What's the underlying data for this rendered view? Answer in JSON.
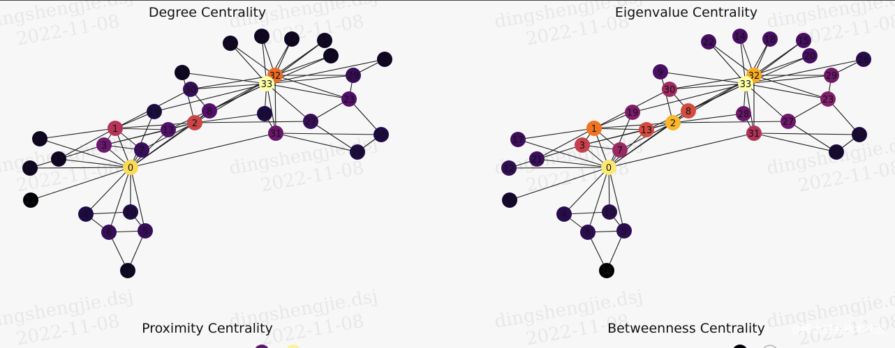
{
  "panels": [
    {
      "title": "Degree Centrality"
    },
    {
      "title": "Eigenvalue Centrality"
    },
    {
      "title": "Proximity Centrality"
    },
    {
      "title": "Betweenness Centrality"
    }
  ],
  "watermark_lines": [
    "dingshengjie.dsj",
    "2022-11-08"
  ],
  "corner_watermark": "@稀土掘金技术社区",
  "graph": {
    "edges": [
      [
        0,
        1
      ],
      [
        0,
        2
      ],
      [
        0,
        3
      ],
      [
        0,
        4
      ],
      [
        0,
        5
      ],
      [
        0,
        6
      ],
      [
        0,
        7
      ],
      [
        0,
        8
      ],
      [
        0,
        10
      ],
      [
        0,
        11
      ],
      [
        0,
        12
      ],
      [
        0,
        13
      ],
      [
        0,
        17
      ],
      [
        0,
        19
      ],
      [
        0,
        21
      ],
      [
        0,
        31
      ],
      [
        1,
        2
      ],
      [
        1,
        3
      ],
      [
        1,
        7
      ],
      [
        1,
        13
      ],
      [
        1,
        17
      ],
      [
        1,
        19
      ],
      [
        1,
        21
      ],
      [
        1,
        30
      ],
      [
        2,
        3
      ],
      [
        2,
        7
      ],
      [
        2,
        8
      ],
      [
        2,
        9
      ],
      [
        2,
        13
      ],
      [
        2,
        27
      ],
      [
        2,
        28
      ],
      [
        2,
        32
      ],
      [
        3,
        7
      ],
      [
        3,
        12
      ],
      [
        3,
        13
      ],
      [
        4,
        6
      ],
      [
        4,
        10
      ],
      [
        5,
        6
      ],
      [
        5,
        10
      ],
      [
        5,
        16
      ],
      [
        6,
        16
      ],
      [
        8,
        30
      ],
      [
        8,
        32
      ],
      [
        8,
        33
      ],
      [
        9,
        33
      ],
      [
        13,
        33
      ],
      [
        14,
        32
      ],
      [
        14,
        33
      ],
      [
        15,
        32
      ],
      [
        15,
        33
      ],
      [
        18,
        32
      ],
      [
        18,
        33
      ],
      [
        19,
        33
      ],
      [
        20,
        32
      ],
      [
        20,
        33
      ],
      [
        22,
        32
      ],
      [
        22,
        33
      ],
      [
        23,
        25
      ],
      [
        23,
        27
      ],
      [
        23,
        29
      ],
      [
        23,
        32
      ],
      [
        23,
        33
      ],
      [
        24,
        25
      ],
      [
        24,
        27
      ],
      [
        24,
        31
      ],
      [
        25,
        31
      ],
      [
        26,
        29
      ],
      [
        26,
        33
      ],
      [
        27,
        33
      ],
      [
        28,
        31
      ],
      [
        28,
        33
      ],
      [
        29,
        32
      ],
      [
        29,
        33
      ],
      [
        30,
        32
      ],
      [
        30,
        33
      ],
      [
        31,
        32
      ],
      [
        31,
        33
      ],
      [
        32,
        33
      ]
    ]
  },
  "panel_values": {
    "degree": {
      "0": 0.48,
      "1": 0.27,
      "2": 0.3,
      "3": 0.18,
      "4": 0.09,
      "5": 0.12,
      "6": 0.12,
      "7": 0.12,
      "8": 0.15,
      "9": 0.06,
      "10": 0.09,
      "11": 0.03,
      "12": 0.06,
      "13": 0.15,
      "14": 0.06,
      "15": 0.06,
      "16": 0.06,
      "17": 0.06,
      "18": 0.06,
      "19": 0.09,
      "20": 0.06,
      "21": 0.06,
      "22": 0.06,
      "23": 0.15,
      "24": 0.09,
      "25": 0.09,
      "26": 0.06,
      "27": 0.12,
      "28": 0.09,
      "29": 0.12,
      "30": 0.12,
      "31": 0.18,
      "32": 0.36,
      "33": 0.52
    },
    "eigenvector": {
      "0": 0.355,
      "1": 0.266,
      "2": 0.317,
      "3": 0.211,
      "4": 0.076,
      "5": 0.079,
      "6": 0.079,
      "7": 0.171,
      "8": 0.227,
      "9": 0.103,
      "10": 0.076,
      "11": 0.053,
      "12": 0.084,
      "13": 0.226,
      "14": 0.101,
      "15": 0.101,
      "16": 0.024,
      "17": 0.092,
      "18": 0.101,
      "19": 0.148,
      "20": 0.101,
      "21": 0.092,
      "22": 0.101,
      "23": 0.15,
      "24": 0.057,
      "25": 0.059,
      "26": 0.076,
      "27": 0.133,
      "28": 0.131,
      "29": 0.135,
      "30": 0.175,
      "31": 0.191,
      "32": 0.309,
      "33": 0.373
    }
  }
}
